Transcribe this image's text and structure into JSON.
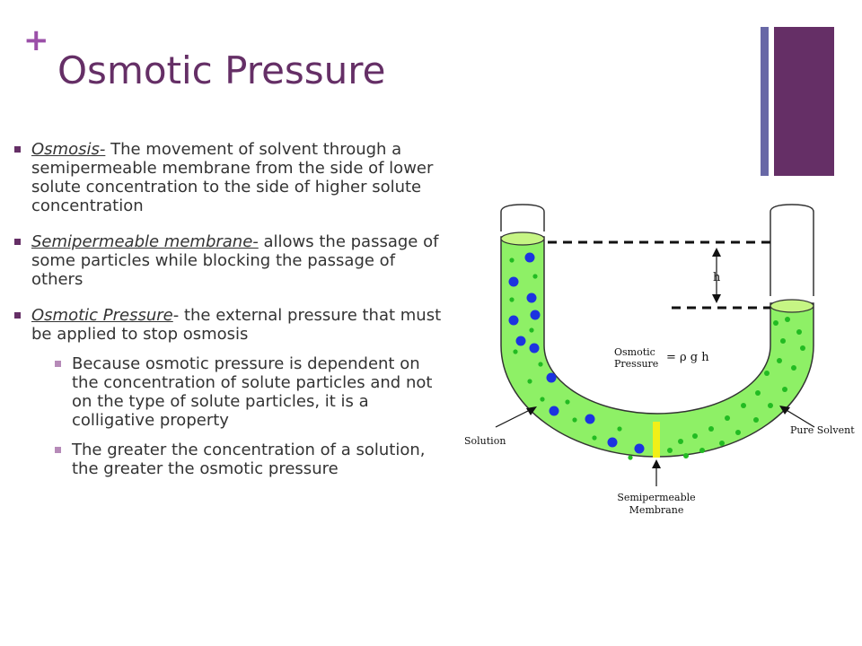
{
  "slide": {
    "plus_sign": "+",
    "title": "Osmotic Pressure"
  },
  "bullets": [
    {
      "term": "Osmosis-",
      "text": " The movement of solvent through a semipermeable membrane from the side of lower solute concentration to the side of higher solute concentration"
    },
    {
      "term": "Semipermeable membrane-",
      "text": " allows the passage of some particles while blocking the passage of others"
    },
    {
      "term": "Osmotic Pressure",
      "text": "- the external pressure that must be applied to stop osmosis",
      "sub": [
        "Because osmotic pressure is dependent on the concentration of solute particles and not on the type of solute particles, it is a colligative property",
        "The greater the concentration of a solution, the greater the osmotic pressure"
      ]
    }
  ],
  "diagram": {
    "height_label": "h",
    "osmotic_line1": "Osmotic",
    "osmotic_line2": "Pressure",
    "formula": "= ρ g h",
    "solution_label": "Solution",
    "pure_solvent_label": "Pure Solvent",
    "membrane_line1": "Semipermeable",
    "membrane_line2": "Membrane"
  },
  "colors": {
    "title": "#652f66",
    "plus": "#9b4fa8",
    "bar_thin": "#6868a6",
    "bar_wide": "#652f66",
    "liquid": "#8ef066",
    "solute": "#1c33e0",
    "solvent_dot": "#22bb22",
    "membrane": "#f2ef18"
  }
}
